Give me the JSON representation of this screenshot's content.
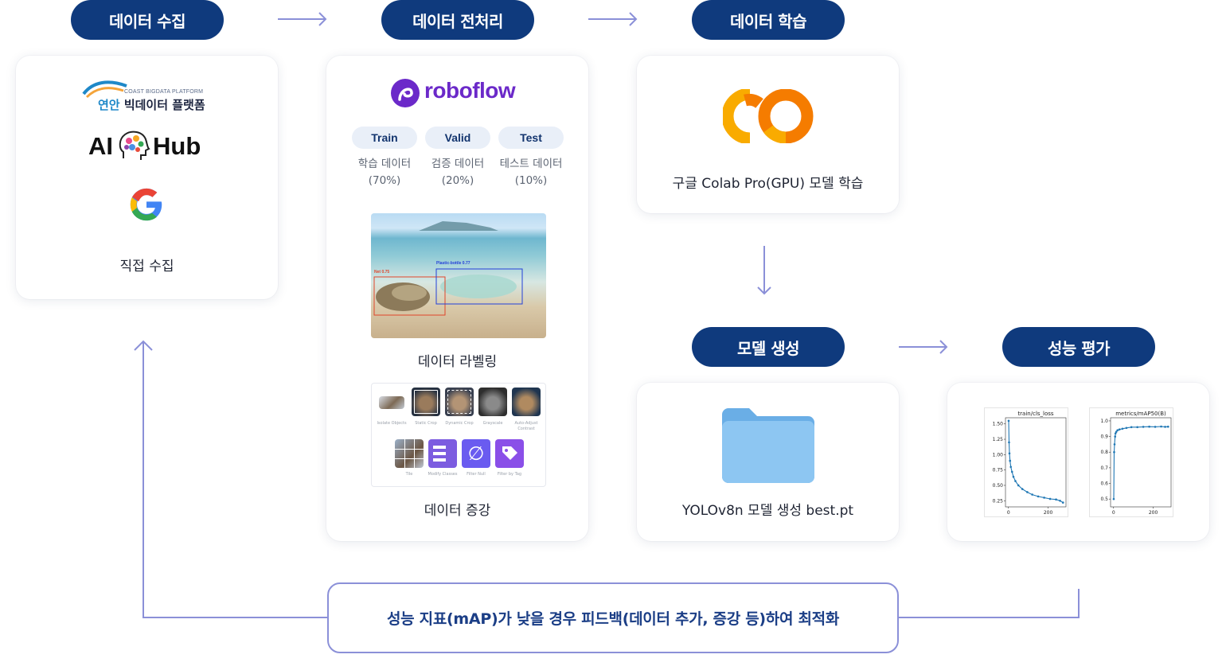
{
  "stages": {
    "collect": "데이터 수집",
    "preprocess": "데이터 전처리",
    "train": "데이터 학습",
    "model": "모델 생성",
    "eval": "성능 평가"
  },
  "collect_card": {
    "coast_small": "COAST BIGDATA PLATFORM",
    "coast_main_a": "연안",
    "coast_main_b": " 빅데이터 플랫폼",
    "aihub_left": "AI",
    "aihub_right": "Hub",
    "caption": "직접 수집"
  },
  "preprocess_card": {
    "logo_text": "roboflow",
    "tabs": [
      {
        "label": "Train",
        "desc": "학습 데이터",
        "pct": "(70%)"
      },
      {
        "label": "Valid",
        "desc": "검증 데이터",
        "pct": "(20%)"
      },
      {
        "label": "Test",
        "desc": "테스트 데이터",
        "pct": "(10%)"
      }
    ],
    "labeling_caption": "데이터 라벨링",
    "det_label_1": "Plastic-bottle 0.77",
    "det_label_2": "Net 0.75",
    "augment_caption": "데이터 증강",
    "aug_labels": [
      "Isolate Objects",
      "Static Crop",
      "Dynamic Crop",
      "Grayscale",
      "Auto-Adjust Contrast",
      "Tile",
      "Modify Classes",
      "Filter Null",
      "Filter by Tag"
    ]
  },
  "train_card": {
    "caption": "구글 Colab Pro(GPU) 모델 학습"
  },
  "model_card": {
    "caption": "YOLOv8n 모델 생성 best.pt"
  },
  "eval_card": {
    "chart_data": [
      {
        "type": "line",
        "title": "train/cls_loss",
        "x": [
          1,
          3,
          5,
          8,
          12,
          18,
          25,
          35,
          50,
          70,
          95,
          120,
          150,
          180,
          210,
          240,
          260,
          275
        ],
        "y": [
          1.55,
          1.2,
          1.02,
          0.9,
          0.8,
          0.72,
          0.64,
          0.57,
          0.5,
          0.44,
          0.39,
          0.35,
          0.32,
          0.3,
          0.28,
          0.27,
          0.25,
          0.22
        ],
        "xticks": [
          "0",
          "200"
        ],
        "yticks": [
          "1.50",
          "1.25",
          "1.00",
          "0.75",
          "0.50",
          "0.25"
        ],
        "xlim": [
          -15,
          290
        ],
        "ylim": [
          0.15,
          1.6
        ],
        "color": "#1f77b4"
      },
      {
        "type": "line",
        "title": "metrics/mAP50(B)",
        "x": [
          1,
          3,
          5,
          8,
          10,
          14,
          20,
          30,
          45,
          65,
          90,
          120,
          150,
          180,
          210,
          240,
          260,
          275
        ],
        "y": [
          0.5,
          0.8,
          0.85,
          0.9,
          0.92,
          0.93,
          0.94,
          0.945,
          0.95,
          0.955,
          0.96,
          0.96,
          0.962,
          0.963,
          0.962,
          0.964,
          0.962,
          0.963
        ],
        "xticks": [
          "0",
          "200"
        ],
        "yticks": [
          "1.0",
          "0.9",
          "0.8",
          "0.7",
          "0.6",
          "0.5"
        ],
        "xlim": [
          -15,
          290
        ],
        "ylim": [
          0.45,
          1.02
        ],
        "color": "#1f77b4"
      }
    ]
  },
  "feedback": {
    "text": "성능 지표(mAP)가 낮을 경우 피드백(데이터 추가, 증강 등)하여 최적화"
  },
  "colors": {
    "pill": "#0f3a7d",
    "arrow": "#8b90d8",
    "roboflow": "#6b29c9",
    "colab_orange": "#f57c00",
    "colab_yellow": "#f9ab00",
    "folder": "#8dc6f2"
  }
}
